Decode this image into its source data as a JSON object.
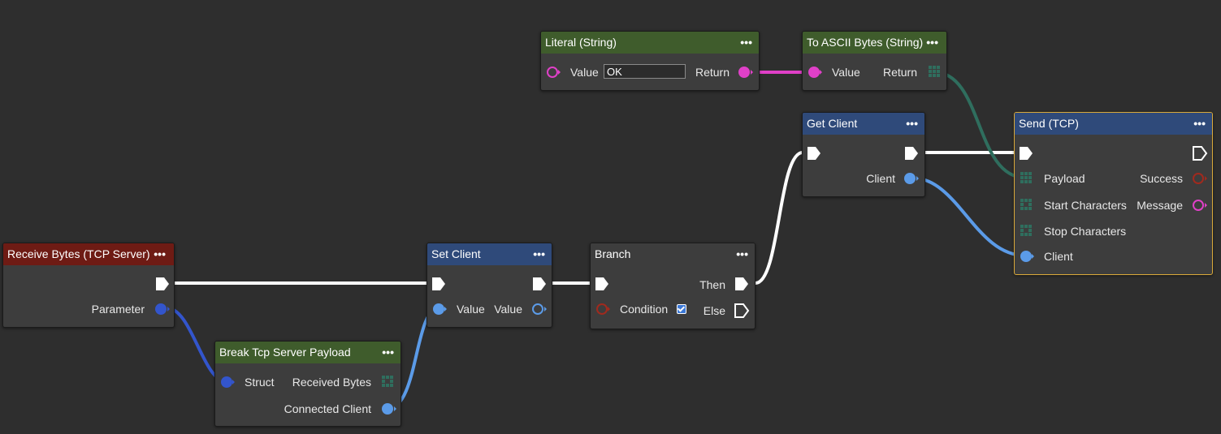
{
  "colors": {
    "background": "#2e2e2e",
    "node_body": "#3d3d3d",
    "header_red": "#6e1b14",
    "header_green": "#3f5c2c",
    "header_blue": "#2f4a7a",
    "header_gray": "#3d3d3d",
    "exec_wire": "#ffffff",
    "struct_wire": "#3355cc",
    "object_wire": "#5b9be8",
    "string_wire": "#e040c8",
    "bytes_wire": "#2f6e5e",
    "selected_outline": "#d9a93a"
  },
  "menu_glyph": "•••",
  "nodes": {
    "receive_bytes": {
      "title": "Receive Bytes (TCP Server)",
      "outputs": [
        "Parameter"
      ]
    },
    "break_payload": {
      "title": "Break Tcp Server Payload",
      "inputs": [
        "Struct"
      ],
      "outputs": [
        "Received Bytes",
        "Connected Client"
      ]
    },
    "set_client": {
      "title": "Set Client",
      "inputs": [
        "Value"
      ],
      "outputs": [
        "Value"
      ]
    },
    "branch": {
      "title": "Branch",
      "inputs": [
        "Condition"
      ],
      "outputs": [
        "Then",
        "Else"
      ],
      "condition_checked": true
    },
    "get_client": {
      "title": "Get Client",
      "outputs": [
        "Client"
      ]
    },
    "literal_string": {
      "title": "Literal (String)",
      "inputs": [
        "Value"
      ],
      "outputs": [
        "Return"
      ],
      "value": "OK"
    },
    "to_ascii": {
      "title": "To ASCII Bytes (String)",
      "inputs": [
        "Value"
      ],
      "outputs": [
        "Return"
      ]
    },
    "send_tcp": {
      "title": "Send (TCP)",
      "inputs": [
        "Payload",
        "Start Characters",
        "Stop Characters",
        "Client"
      ],
      "outputs": [
        "Success",
        "Message"
      ]
    }
  }
}
